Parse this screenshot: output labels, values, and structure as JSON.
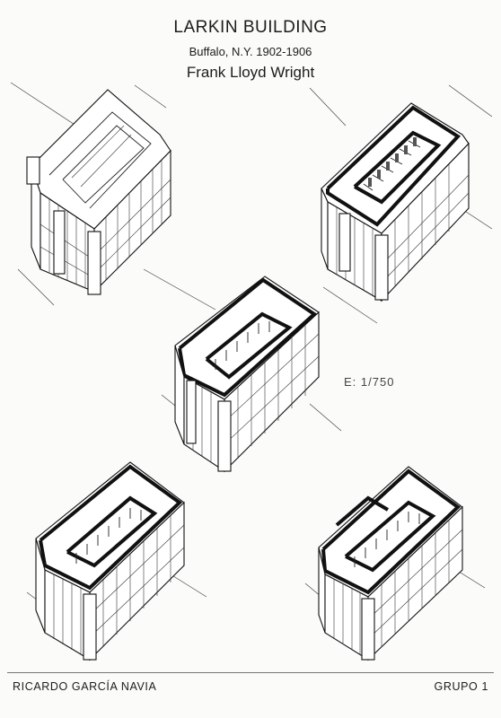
{
  "header": {
    "title": "LARKIN BUILDING",
    "location": "Buffalo, N.Y. 1902-1906",
    "architect": "Frank Lloyd Wright"
  },
  "scale_label": "E: 1/750",
  "footer": {
    "author": "RICARDO GARCÍA NAVIA",
    "group": "GRUPO 1"
  },
  "views": [
    {
      "id": "top-left",
      "sectioned": false
    },
    {
      "id": "top-right",
      "sectioned": true
    },
    {
      "id": "center",
      "sectioned": true
    },
    {
      "id": "bottom-left",
      "sectioned": true
    },
    {
      "id": "bottom-right",
      "sectioned": true
    }
  ]
}
